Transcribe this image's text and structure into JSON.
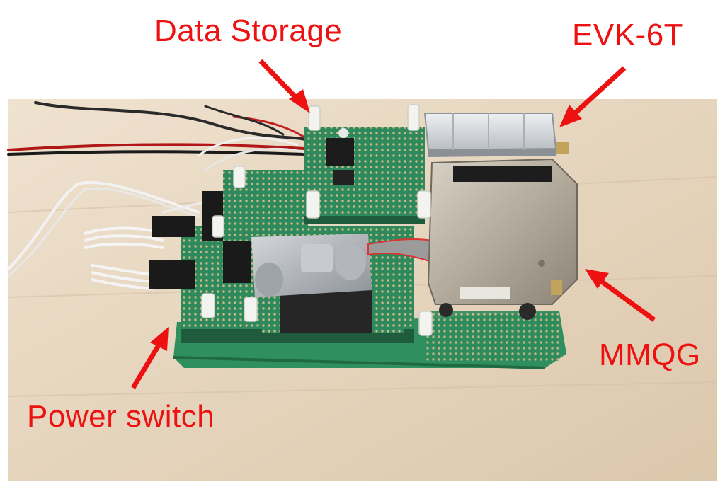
{
  "labels": {
    "data_storage": "Data Storage",
    "evk": "EVK-6T",
    "mmqg": "MMQG",
    "power_switch": "Power switch"
  },
  "colors": {
    "annotation": "#ee1111",
    "desk": "#e7d7c2",
    "pcb_green": "#2f8f5e",
    "metal": "#b8b2a6",
    "aluminium": "#d9dde0"
  }
}
